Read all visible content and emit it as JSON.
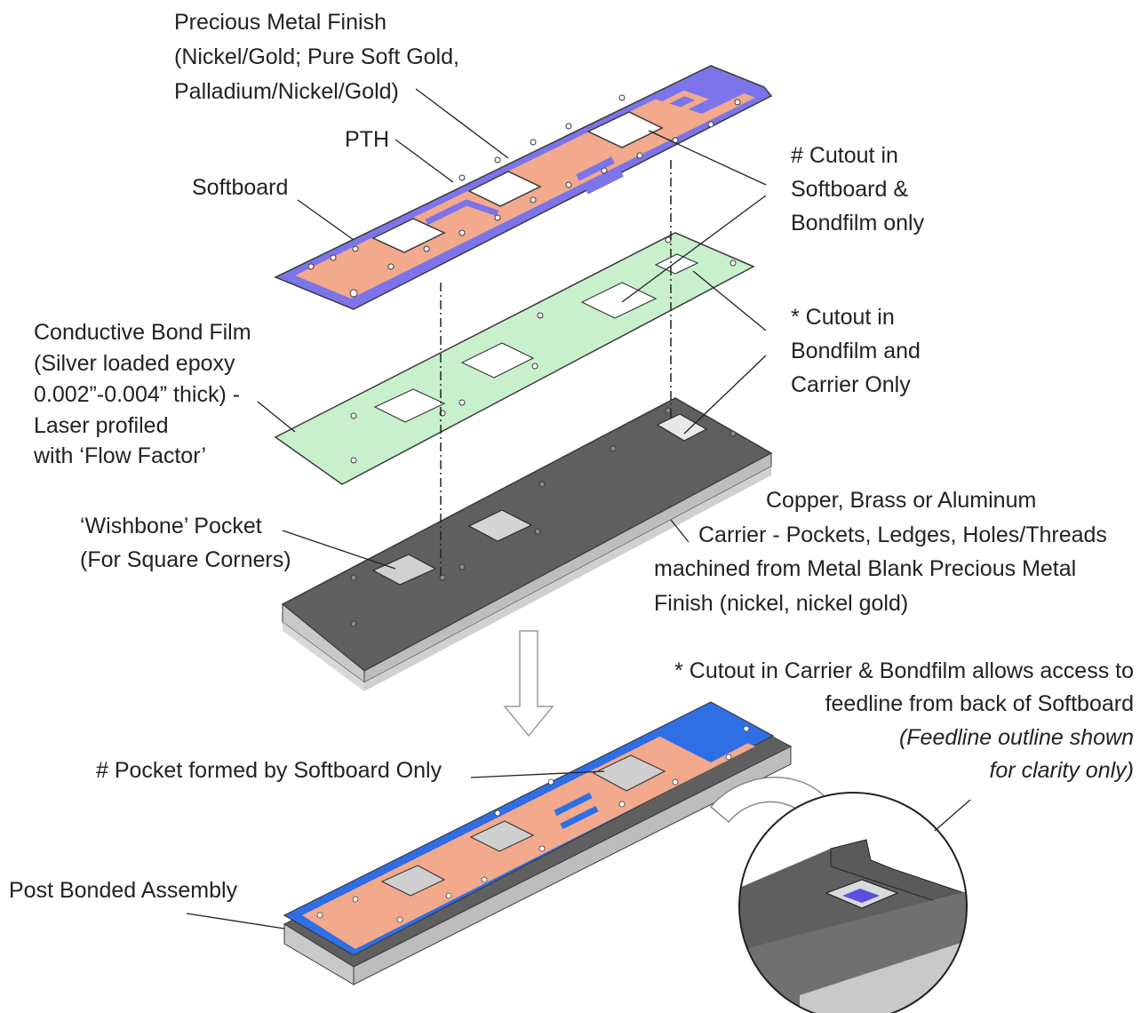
{
  "labels": {
    "precious_metal_finish": [
      "Precious Metal Finish",
      "(Nickel/Gold; Pure Soft Gold,",
      "Palladium/Nickel/Gold)"
    ],
    "pth": [
      "PTH"
    ],
    "softboard": [
      "Softboard"
    ],
    "cutout_softboard_bondfilm": [
      "# Cutout in",
      "Softboard &",
      "Bondfilm only"
    ],
    "cutout_bondfilm_carrier": [
      "* Cutout in",
      "Bondfilm  and",
      "Carrier Only"
    ],
    "conductive_bond_film": [
      "Conductive Bond Film",
      "(Silver loaded epoxy",
      "0.002”-0.004” thick)  -",
      "Laser profiled",
      "with ‘Flow Factor’"
    ],
    "wishbone_pocket": [
      "‘Wishbone’ Pocket",
      "(For Square Corners)"
    ],
    "carrier": [
      "Copper, Brass or Aluminum",
      "Carrier - Pockets, Ledges, Holes/Threads",
      "machined from Metal Blank Precious Metal",
      "Finish (nickel, nickel gold)"
    ],
    "cutout_access": [
      "* Cutout in Carrier & Bondfilm allows access to",
      "feedline from back of Softboard"
    ],
    "feedline_note": [
      "(Feedline outline shown",
      "for clarity only)"
    ],
    "pocket_softboard_only": [
      "# Pocket formed by Softboard Only"
    ],
    "post_bonded_assembly": [
      "Post Bonded Assembly"
    ]
  },
  "colors": {
    "copper": "#f2a98c",
    "softboard_purple": "#7b74ea",
    "softboard_blue": "#2f6fe6",
    "bondfilm": "#c8f0cc",
    "carrier_top": "#5f5f5f",
    "carrier_side": "#c9c9c9",
    "outline": "#3a3a3a"
  },
  "icons": [
    "down-arrow-icon",
    "curved-arrow-icon",
    "magnifier-circle-icon"
  ]
}
